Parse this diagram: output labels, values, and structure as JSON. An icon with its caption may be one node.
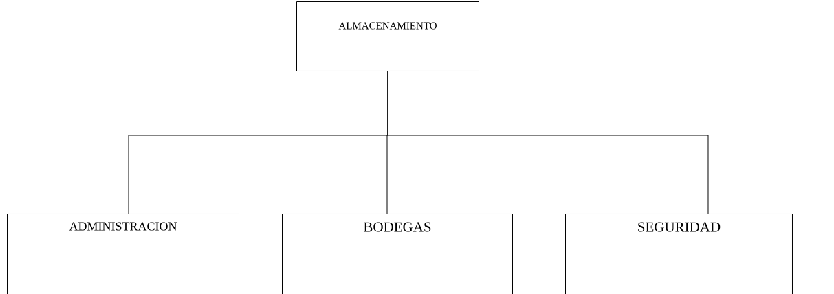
{
  "diagram": {
    "nodes": [
      {
        "text": [
          "ALMACENAMIENTO"
        ]
      },
      {
        "text": [
          "ADMINISTRACION"
        ]
      },
      {
        "text": [
          "BODEGAS"
        ]
      },
      {
        "text": [
          "SEGURIDAD"
        ]
      }
    ],
    "edges": [
      {
        "from": 0,
        "to": 1,
        "arrow": "none"
      },
      {
        "from": 0,
        "to": 2,
        "arrow": "none"
      },
      {
        "from": 0,
        "to": 3,
        "arrow": "none"
      }
    ]
  }
}
